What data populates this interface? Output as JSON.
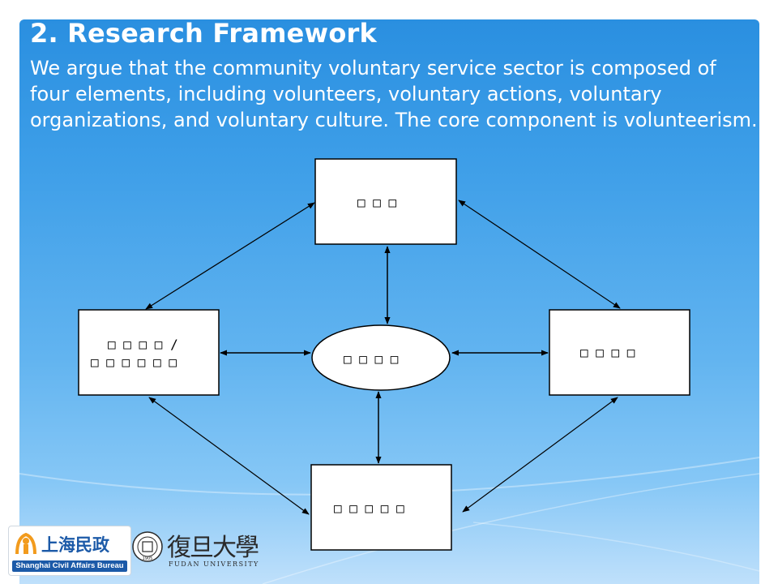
{
  "slide": {
    "title": "2. Research Framework",
    "body": "We argue that the community voluntary service sector is composed of four elements, including volunteers, voluntary actions, voluntary organizations, and voluntary culture.   The core component is volunteerism."
  },
  "diagram": {
    "top_box": "□ □ □",
    "left_box_line1": "□ □ □ □ /",
    "left_box_line2": "□ □ □ □ □ □",
    "center_ellipse": "□ □ □ □",
    "right_box": "□ □ □ □",
    "bottom_box": "□ □ □ □ □"
  },
  "logos": {
    "sca_cn": "上海民政",
    "sca_en": "Shanghai Civil Affairs Bureau",
    "fudan_cn": "復旦大學",
    "fudan_en": "FUDAN UNIVERSITY",
    "fudan_seal_text": "1905"
  },
  "colors": {
    "panel_top": "#2a8fe0",
    "panel_bottom": "#bfe0fb",
    "text": "#ffffff",
    "sca_blue": "#1c5aa8",
    "sca_orange": "#f29b1d"
  }
}
